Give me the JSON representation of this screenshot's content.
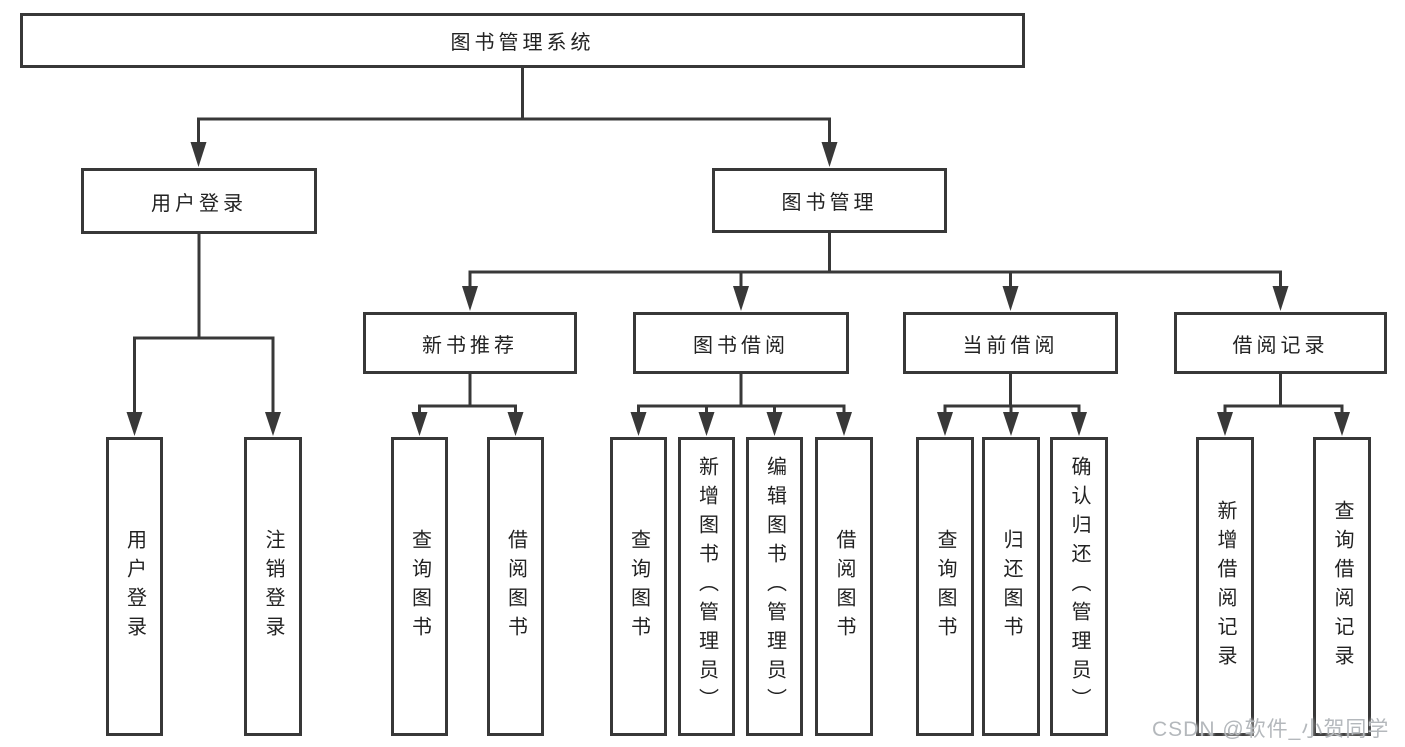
{
  "colors": {
    "line": "#383838",
    "text": "#222222",
    "watermark": "#b4b8bc"
  },
  "watermark": "CSDN @软件_小贺同学",
  "diagram": {
    "root": "图书管理系统",
    "branches": {
      "user_login": {
        "label": "用户登录",
        "children": [
          "用户登录",
          "注销登录"
        ]
      },
      "book_mgmt": {
        "label": "图书管理",
        "sections": {
          "new_book_rec": {
            "label": "新书推荐",
            "children": [
              "查询图书",
              "借阅图书"
            ]
          },
          "book_borrow": {
            "label": "图书借阅",
            "children": [
              "查询图书",
              "新增图书（管理员）",
              "编辑图书（管理员）",
              "借阅图书"
            ]
          },
          "current_borrow": {
            "label": "当前借阅",
            "children": [
              "查询图书",
              "归还图书",
              "确认归还（管理员）"
            ]
          },
          "borrow_records": {
            "label": "借阅记录",
            "children": [
              "新增借阅记录",
              "查询借阅记录"
            ]
          }
        }
      }
    }
  }
}
